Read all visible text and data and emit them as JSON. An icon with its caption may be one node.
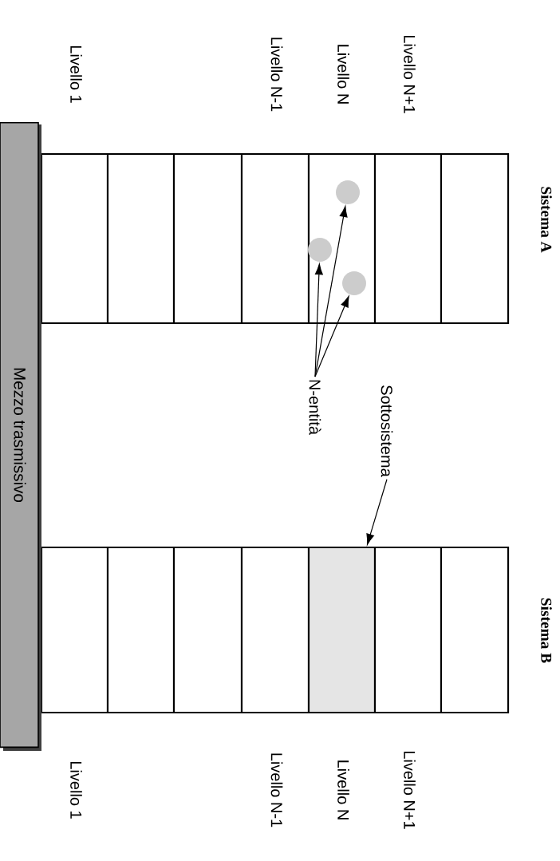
{
  "diagram": {
    "nodes": [
      {
        "text": [
          "Sistema A"
        ]
      },
      {
        "text": [],
        "shape": "box",
        "in": 0,
        "beside": [
          "Livello 1"
        ]
      },
      {
        "text": [],
        "shape": "box",
        "in": 0
      },
      {
        "text": [],
        "shape": "box",
        "in": 0
      },
      {
        "text": [],
        "shape": "box",
        "in": 0,
        "beside": [
          "Livello N-1"
        ]
      },
      {
        "text": [],
        "shape": "box",
        "in": 0,
        "beside": [
          "Livello N"
        ]
      },
      {
        "text": [],
        "shape": "box",
        "in": 0,
        "beside": [
          "Livello N+1"
        ]
      },
      {
        "text": [],
        "shape": "box",
        "in": 0
      },
      {
        "text": [],
        "shape": "circle",
        "in": 5
      },
      {
        "text": [],
        "shape": "circle",
        "in": 5
      },
      {
        "text": [],
        "shape": "circle",
        "in": 5
      },
      {
        "text": [
          "N-entità"
        ]
      },
      {
        "text": [
          "Sottosistema"
        ]
      },
      {
        "text": [
          "Sistema B"
        ]
      },
      {
        "text": [],
        "shape": "box",
        "in": 13,
        "beside": [
          "Livello 1"
        ]
      },
      {
        "text": [],
        "shape": "box",
        "in": 13
      },
      {
        "text": [],
        "shape": "box",
        "in": 13
      },
      {
        "text": [],
        "shape": "box",
        "in": 13,
        "beside": [
          "Livello N-1"
        ]
      },
      {
        "text": [],
        "shape": "box",
        "in": 13,
        "beside": [
          "Livello N"
        ]
      },
      {
        "text": [],
        "shape": "box",
        "in": 13,
        "beside": [
          "Livello N+1"
        ]
      },
      {
        "text": [],
        "shape": "box",
        "in": 13
      },
      {
        "text": [
          "Mezzo trasmissivo"
        ]
      }
    ],
    "edges": [
      {
        "from": 11,
        "to": 9,
        "arrow": "to"
      },
      {
        "from": 11,
        "to": 8,
        "arrow": "to"
      },
      {
        "from": 11,
        "to": 10,
        "arrow": "to"
      },
      {
        "from": 12,
        "to": 18,
        "arrow": "to"
      }
    ]
  }
}
